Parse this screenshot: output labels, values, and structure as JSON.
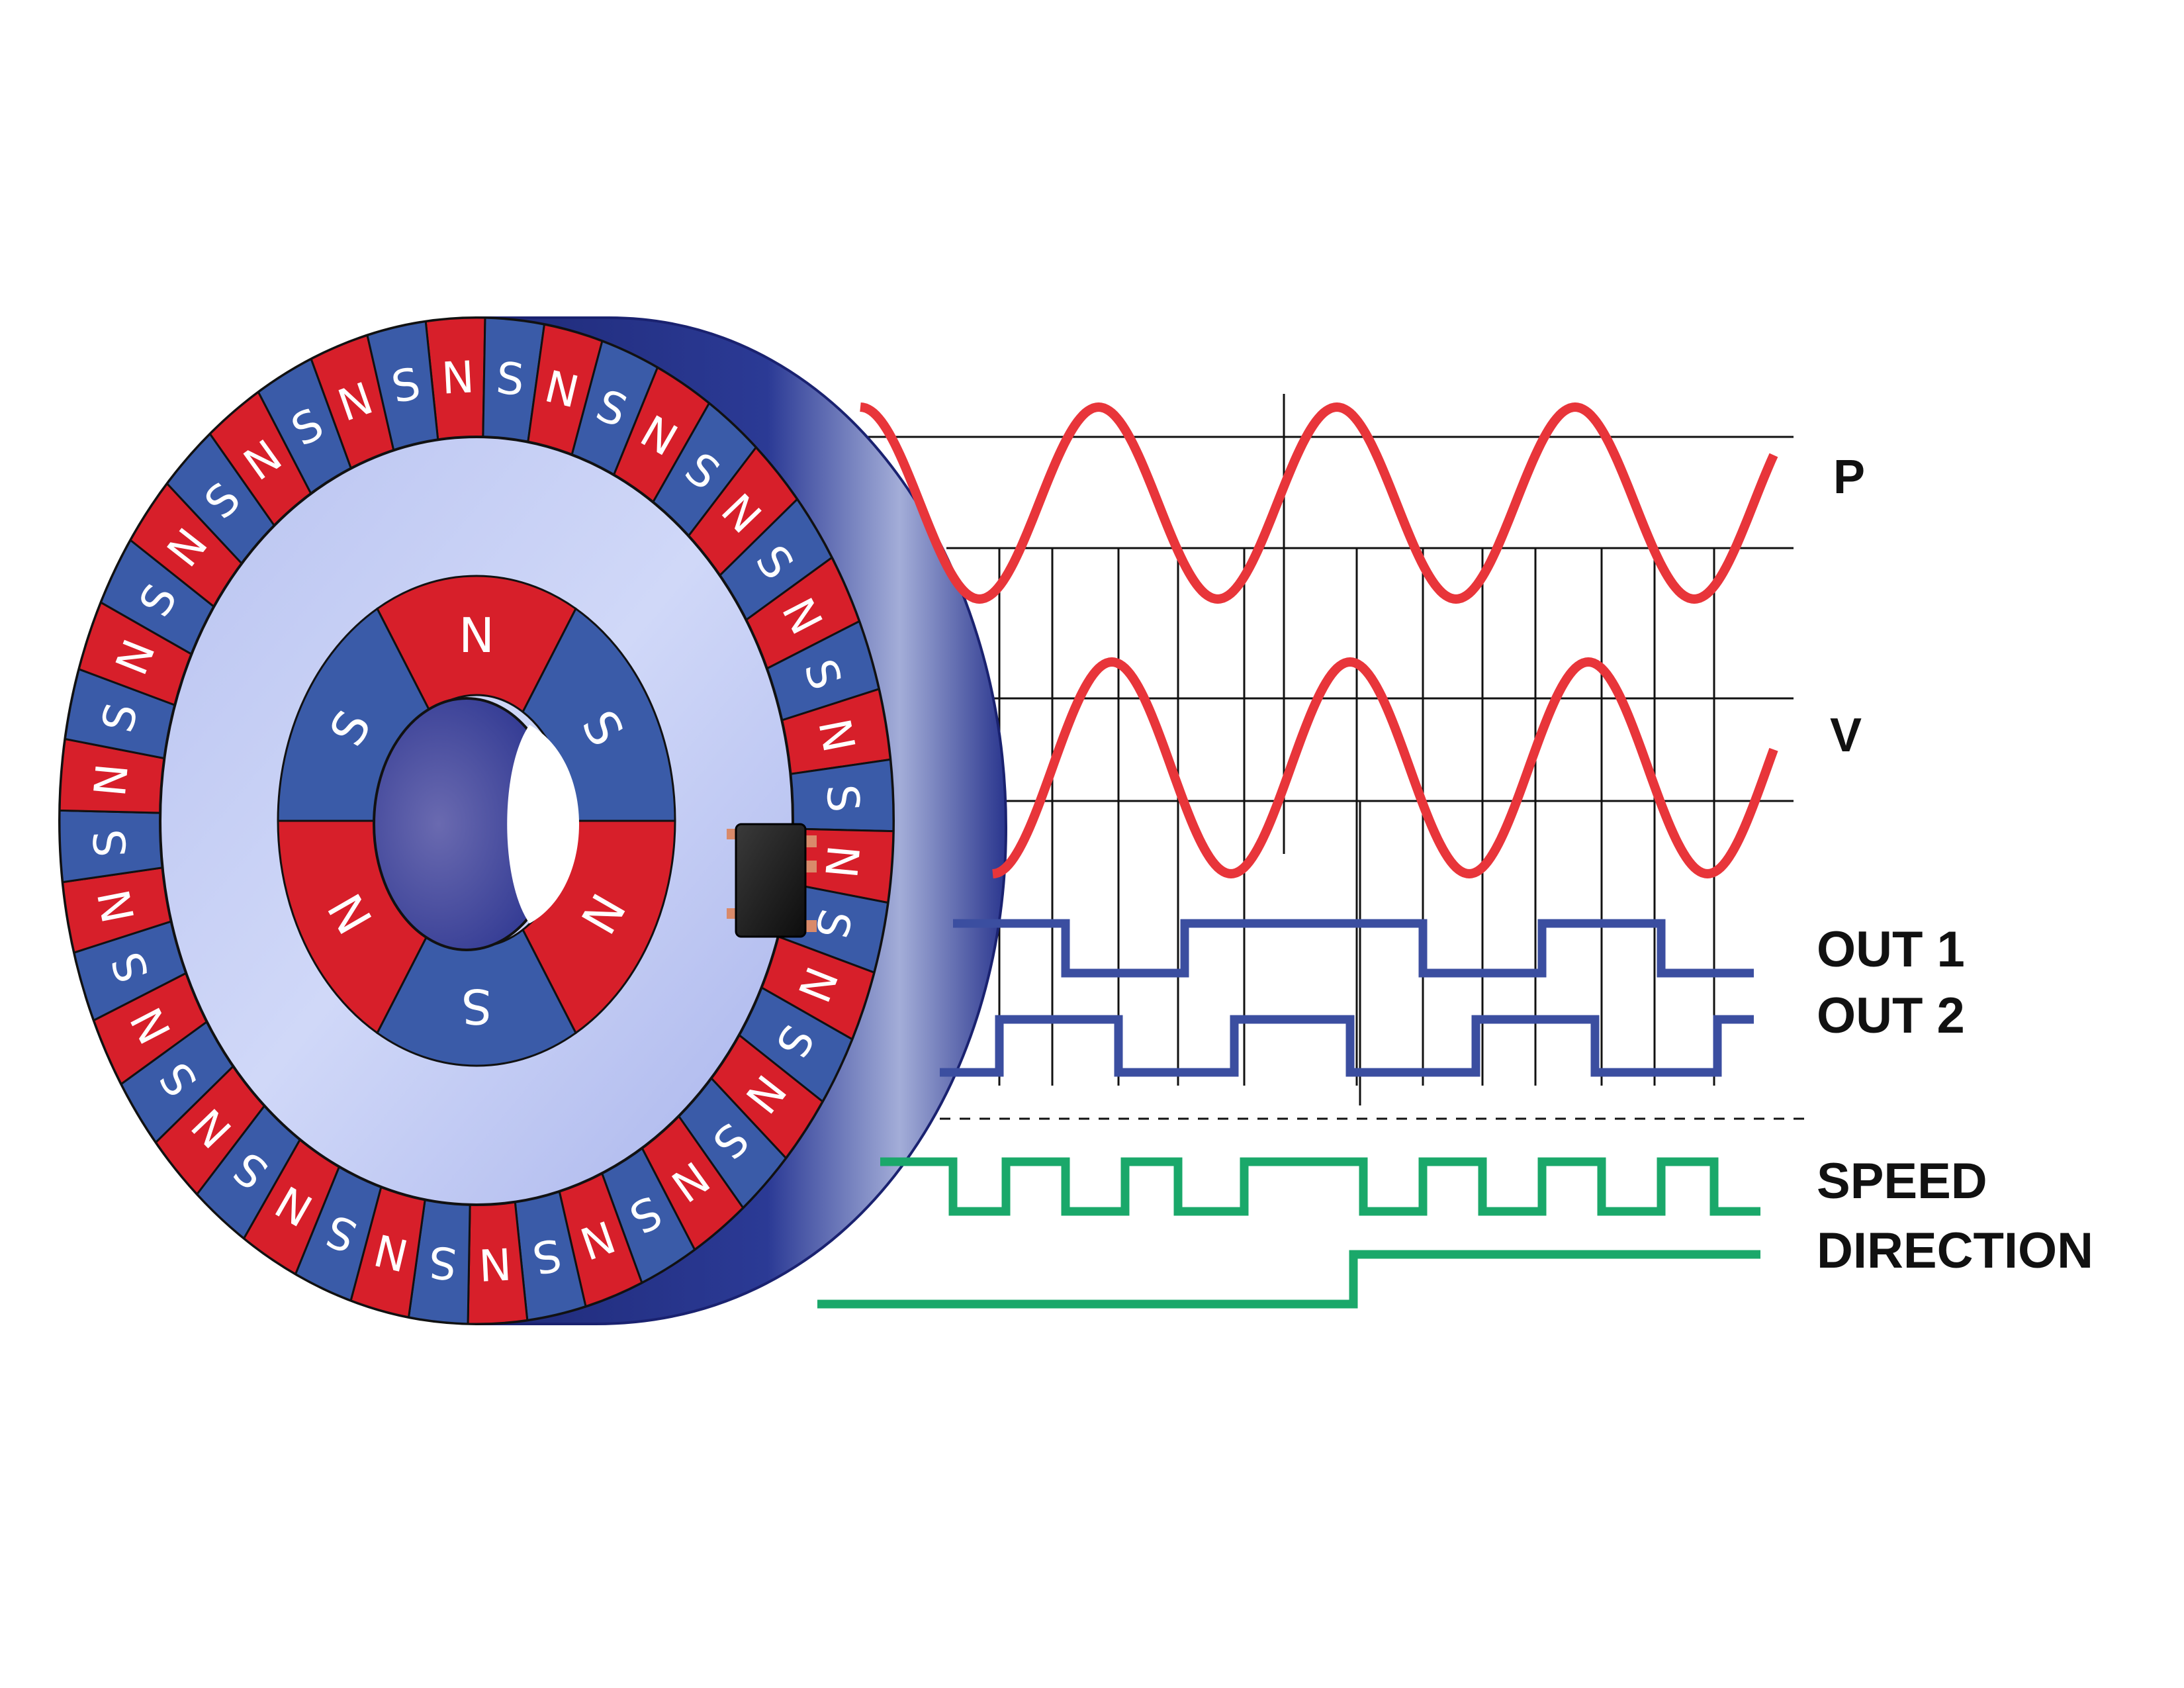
{
  "colors": {
    "north": "#d71f2a",
    "south": "#3a5ba8",
    "analog_trace": "#e8353a",
    "digital_trace": "#3b4ea0",
    "output_trace": "#1aa86a",
    "ring_face": "#c3cdf3",
    "rim": "#27348b"
  },
  "diagram": {
    "outer_ring_poles": [
      "N",
      "S",
      "N",
      "S",
      "N",
      "S",
      "N",
      "S",
      "N",
      "S",
      "N",
      "S",
      "N",
      "S",
      "N",
      "S",
      "N",
      "S",
      "N",
      "S",
      "N",
      "S",
      "N",
      "S",
      "N",
      "S",
      "N",
      "S",
      "N",
      "S",
      "N",
      "S",
      "N",
      "S",
      "N",
      "S",
      "N",
      "S",
      "N",
      "S",
      "N",
      "S",
      "N",
      "S"
    ],
    "inner_ring_poles": [
      "N",
      "S",
      "N",
      "S",
      "N",
      "S"
    ],
    "signals": [
      {
        "label": "P",
        "type": "sine"
      },
      {
        "label": "V",
        "type": "sine"
      },
      {
        "label": "OUT 1",
        "type": "square"
      },
      {
        "label": "OUT 2",
        "type": "square"
      },
      {
        "label": "SPEED",
        "type": "pulse"
      },
      {
        "label": "DIRECTION",
        "type": "step"
      }
    ]
  }
}
